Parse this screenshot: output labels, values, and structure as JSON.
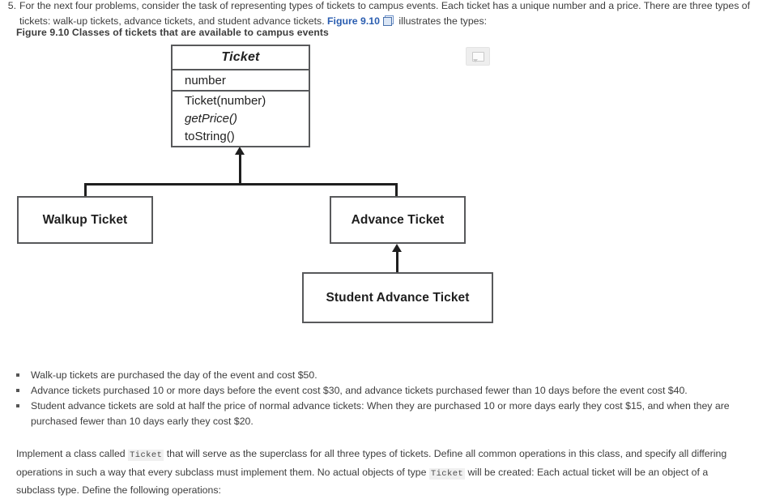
{
  "problem": {
    "number": "5.",
    "intro_part1": "For the next four problems, consider the task of representing types of tickets to campus events. Each ticket has a unique number and a price. There are three types of tickets: walk-up tickets, advance tickets, and student advance tickets. ",
    "figure_link_label": "Figure 9.10",
    "popout_icon": "popout-window-icon",
    "intro_part2": " illustrates the types:",
    "figure_caption": "Figure 9.10 Classes of tickets that are available to campus events"
  },
  "toolbar": {
    "comment_button_icon": "comment-bubble-icon",
    "comment_button_title": "Add comment"
  },
  "diagram": {
    "type": "uml-class-diagram",
    "superclass": {
      "name": "Ticket",
      "abstract": true,
      "attributes": [
        "number"
      ],
      "operations": [
        {
          "label": "Ticket(number)",
          "abstract": false
        },
        {
          "label": "getPrice()",
          "abstract": true
        },
        {
          "label": "toString()",
          "abstract": false
        }
      ]
    },
    "subclasses": [
      {
        "name": "Walkup Ticket",
        "parent": "Ticket"
      },
      {
        "name": "Advance Ticket",
        "parent": "Ticket"
      },
      {
        "name": "Student Advance Ticket",
        "parent": "Advance Ticket"
      }
    ]
  },
  "bullets": [
    "Walk-up tickets are purchased the day of the event and cost $50.",
    "Advance tickets purchased 10 or more days before the event cost $30, and advance tickets purchased fewer than 10 days before the event cost $40.",
    "Student advance tickets are sold at half the price of normal advance tickets: When they are purchased 10 or more days early they cost $15, and when they are purchased fewer than 10 days early they cost $20."
  ],
  "closing": {
    "seg1": "Implement a class called ",
    "code1": "Ticket",
    "seg2": " that will serve as the superclass for all three types of tickets. Define all common operations in this class, and specify all differing operations in such a way that every subclass must implement them. No actual objects of type ",
    "code2": "Ticket",
    "seg3": " will be created: Each actual ticket will be an object of a subclass type. Define the following operations:"
  },
  "colors": {
    "link": "#2a5db0",
    "text": "#3d3d3d",
    "box_border": "#58595b",
    "connector": "#1f1f1f",
    "code_bg": "#f0f0f0"
  }
}
